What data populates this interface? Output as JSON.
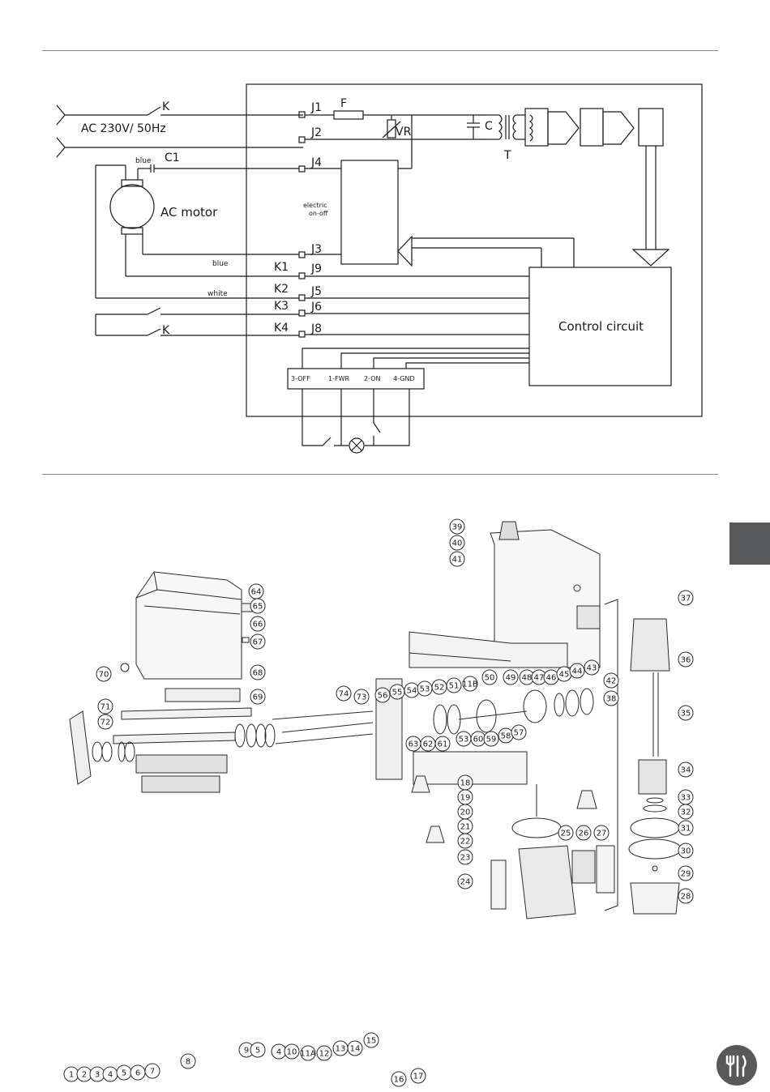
{
  "wiring": {
    "switch_k": "K",
    "supply": "AC 230V/ 50Hz",
    "fuse": "F",
    "varistor": "VR",
    "capacitor": "C",
    "transformer": "T",
    "motor_cap": "C1",
    "motor": "AC motor",
    "wire_blue": "blue",
    "wire_white": "white",
    "electric_onoff_1": "electric",
    "electric_onoff_2": "on-off",
    "control": "Control circuit",
    "switch_k1": "K1",
    "switch_k2": "K2",
    "switch_k3": "K3",
    "switch_k4": "K4",
    "terminals": [
      "J1",
      "J2",
      "J4",
      "J3",
      "J9",
      "J5",
      "J6",
      "J8"
    ],
    "connector_pins": [
      "3-OFF",
      "1-FWR",
      "2-ON",
      "4-GND"
    ]
  },
  "parts": {
    "left_group": [
      {
        "label": "1"
      },
      {
        "label": "2"
      },
      {
        "label": "3"
      },
      {
        "label": "4"
      },
      {
        "label": "5"
      },
      {
        "label": "6"
      },
      {
        "label": "7"
      },
      {
        "label": "8"
      },
      {
        "label": "9"
      },
      {
        "label": "5"
      },
      {
        "label": "4"
      },
      {
        "label": "10"
      },
      {
        "label": "11A"
      },
      {
        "label": "12"
      },
      {
        "label": "13"
      },
      {
        "label": "14"
      },
      {
        "label": "15"
      },
      {
        "label": "16"
      },
      {
        "label": "17"
      },
      {
        "label": "63"
      },
      {
        "label": "62"
      },
      {
        "label": "61"
      },
      {
        "label": "53"
      },
      {
        "label": "60"
      },
      {
        "label": "59"
      },
      {
        "label": "58"
      },
      {
        "label": "57"
      },
      {
        "label": "64"
      },
      {
        "label": "65"
      },
      {
        "label": "66"
      },
      {
        "label": "67"
      },
      {
        "label": "68"
      },
      {
        "label": "69"
      },
      {
        "label": "70"
      },
      {
        "label": "71"
      },
      {
        "label": "72"
      },
      {
        "label": "73"
      },
      {
        "label": "74"
      },
      {
        "label": "56"
      },
      {
        "label": "55"
      },
      {
        "label": "54"
      },
      {
        "label": "53"
      },
      {
        "label": "52"
      },
      {
        "label": "51"
      },
      {
        "label": "11B"
      },
      {
        "label": "50"
      },
      {
        "label": "49"
      },
      {
        "label": "48"
      },
      {
        "label": "47"
      },
      {
        "label": "46"
      },
      {
        "label": "45"
      },
      {
        "label": "44"
      },
      {
        "label": "43"
      },
      {
        "label": "42"
      },
      {
        "label": "38"
      },
      {
        "label": "39"
      },
      {
        "label": "40"
      },
      {
        "label": "41"
      }
    ],
    "right_group": [
      {
        "label": "18"
      },
      {
        "label": "19"
      },
      {
        "label": "20"
      },
      {
        "label": "21"
      },
      {
        "label": "22"
      },
      {
        "label": "23"
      },
      {
        "label": "24"
      },
      {
        "label": "25"
      },
      {
        "label": "26"
      },
      {
        "label": "27"
      },
      {
        "label": "37"
      },
      {
        "label": "36"
      },
      {
        "label": "35"
      },
      {
        "label": "34"
      },
      {
        "label": "33"
      },
      {
        "label": "32"
      },
      {
        "label": "31"
      },
      {
        "label": "30"
      },
      {
        "label": "29"
      },
      {
        "label": "28"
      }
    ]
  }
}
